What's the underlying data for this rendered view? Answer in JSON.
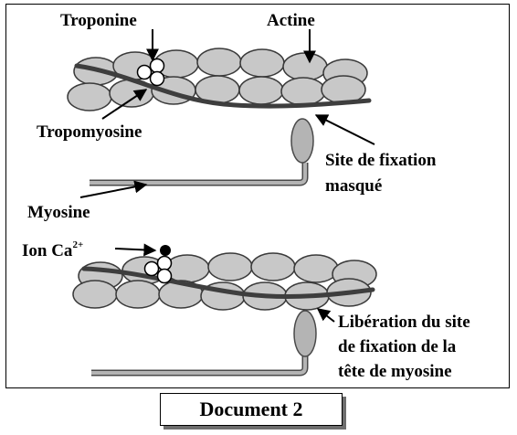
{
  "labels": {
    "troponine": "Troponine",
    "actine": "Actine",
    "tropomyosine": "Tropomyosine",
    "site_line1": "Site de fixation",
    "site_line2": "masqué",
    "myosine": "Myosine",
    "ion_base": "Ion Ca",
    "ion_sup": "2+",
    "liberation_line1": "Libération du site",
    "liberation_line2": "de fixation de la",
    "liberation_line3": "tête de myosine"
  },
  "caption": "Document 2",
  "colors": {
    "actin_fill": "#c8c8c8",
    "actin_stroke": "#3a3a3a",
    "tropomyosin": "#3e3e3e",
    "myosin_fill": "#b4b4b4",
    "myosin_stroke": "#4a4a4a",
    "calcium": "#000000"
  }
}
